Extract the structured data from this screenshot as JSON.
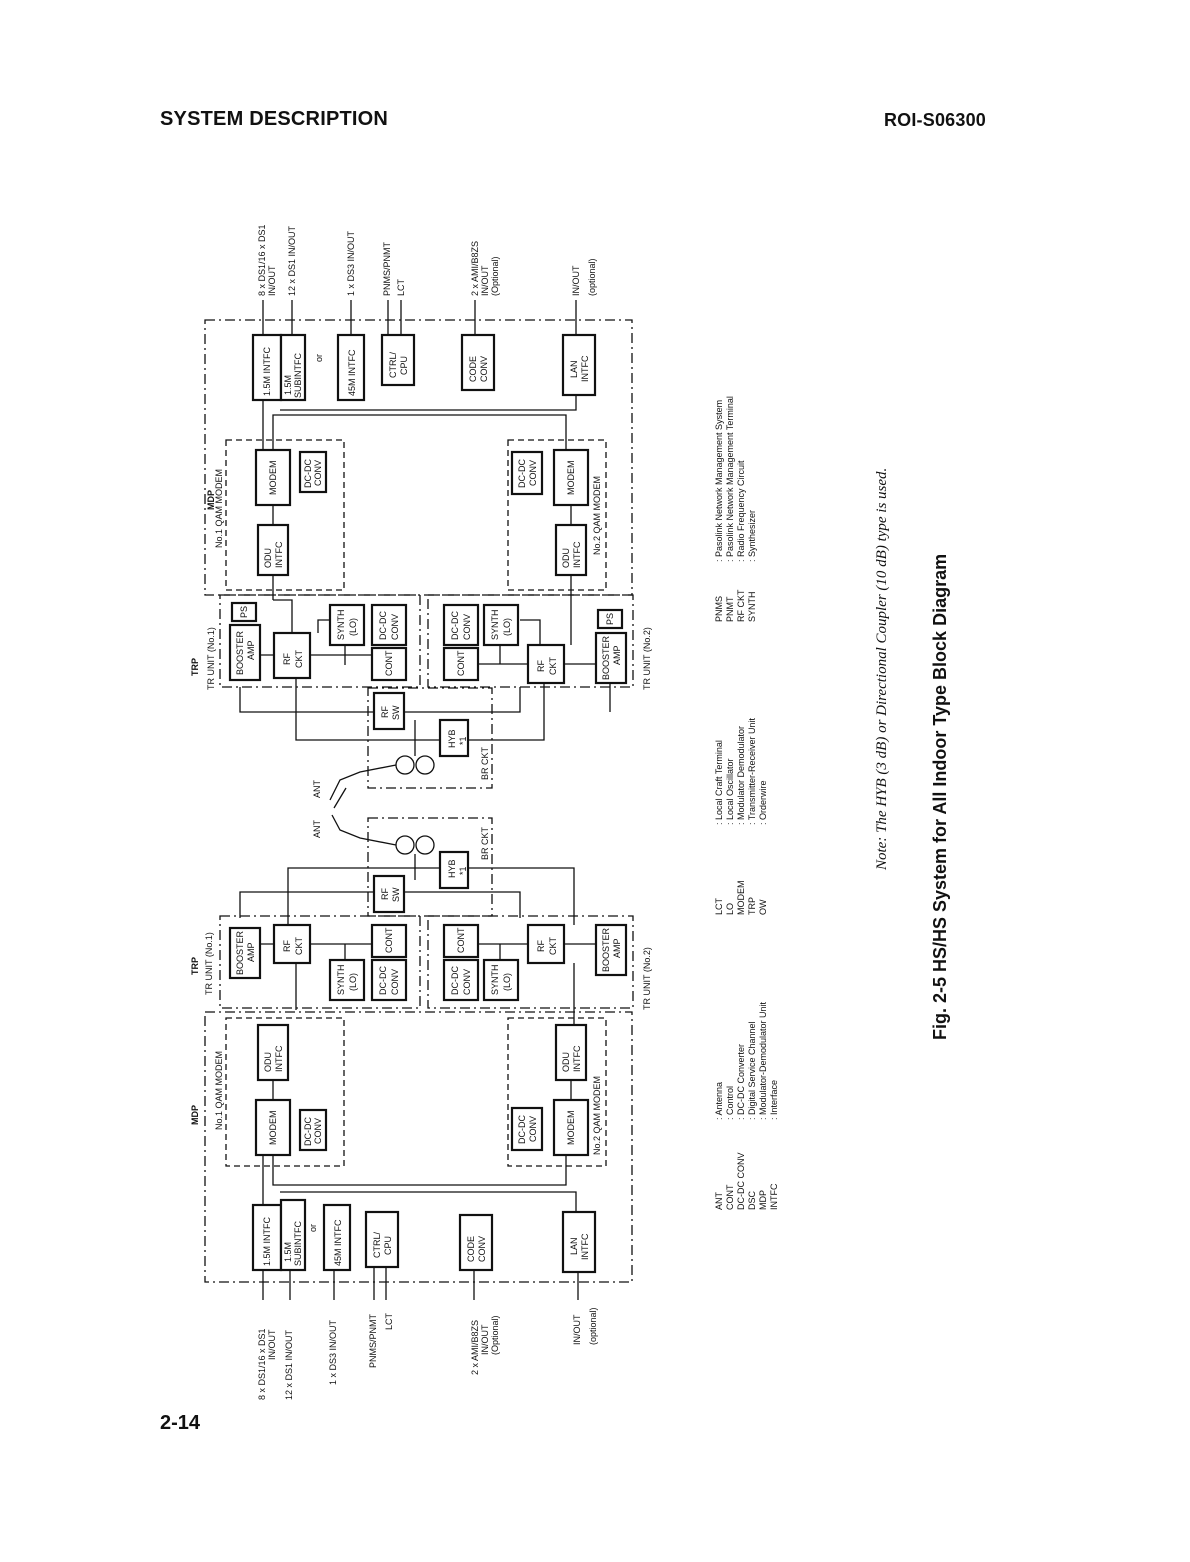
{
  "header": {
    "left": "SYSTEM DESCRIPTION",
    "right": "ROI-S06300"
  },
  "page_number": "2-14",
  "top_station": {
    "io": {
      "ds1_8": "8 x DS1/16 x DS1",
      "ds1_8_b": "IN/OUT",
      "ds1_12": "12 x DS1 IN/OUT",
      "ds3": "1 x DS3 IN/OUT",
      "pnms": "PNMS/PNMT",
      "lct": "LCT",
      "ami": "2 x AMI/B8ZS",
      "ami_b": "IN/OUT",
      "ami_c": "(Optional)",
      "lan": "IN/OUT",
      "lan_b": "(optional)"
    },
    "blocks": {
      "intfc_15m": "1.5M INTFC",
      "sub_a": "1.5M",
      "sub_b": "SUBINTFC",
      "or": "or",
      "intfc_45m": "45M INTFC",
      "ctrl_a": "CTRL/",
      "ctrl_b": "CPU",
      "code_a": "CODE",
      "code_b": "CONV",
      "lan_a": "LAN",
      "lan_b": "INTFC",
      "mdp": "MDP",
      "no1_modem": "No.1 QAM MODEM",
      "no2_modem": "No.2 QAM MODEM",
      "modem": "MODEM",
      "dcdc_a": "DC-DC",
      "dcdc_b": "CONV",
      "odu_a": "ODU",
      "odu_b": "INTFC",
      "trp": "TRP",
      "tr1": "TR UNIT (No.1)",
      "tr2": "TR UNIT (No.2)",
      "booster_a": "BOOSTER",
      "booster_b": "AMP",
      "ps": "PS",
      "rf_a": "RF",
      "rf_b": "CKT",
      "synth_a": "SYNTH",
      "synth_b": "(LO)",
      "cont": "CONT",
      "rfsw_a": "RF",
      "rfsw_b": "SW",
      "hyb_a": "HYB",
      "hyb_b": "*1",
      "brckt": "BR CKT",
      "ant": "ANT"
    }
  },
  "bottom_station": {
    "io": {
      "ds1_8": "8 x DS1/16 x DS1",
      "ds1_8_b": "IN/OUT",
      "ds1_12": "12 x DS1 IN/OUT",
      "ds3": "1 x DS3 IN/OUT",
      "pnms": "PNMS/PNMT",
      "lct": "LCT",
      "ami": "2 x AMI/B8ZS",
      "ami_b": "IN/OUT",
      "ami_c": "(Optional)",
      "lan": "IN/OUT",
      "lan_b": "(optional)"
    }
  },
  "abbreviations": {
    "col1": [
      {
        "abbr": "ANT",
        "desc": ": Antenna"
      },
      {
        "abbr": "CONT",
        "desc": ": Control"
      },
      {
        "abbr": "DC-DC CONV",
        "desc": ": DC-DC Converter"
      },
      {
        "abbr": "DSC",
        "desc": ": Digital Service Channel"
      },
      {
        "abbr": "MDP",
        "desc": ": Modulator-Demodulator Unit"
      },
      {
        "abbr": "INTFC",
        "desc": ": Interface"
      }
    ],
    "col2": [
      {
        "abbr": "LCT",
        "desc": ": Local Craft Terminal"
      },
      {
        "abbr": "LO",
        "desc": ": Local Oscillator"
      },
      {
        "abbr": "MODEM",
        "desc": ": Modulator Demodulator"
      },
      {
        "abbr": "TRP",
        "desc": ": Transmitter-Receiver Unit"
      },
      {
        "abbr": "OW",
        "desc": ": Orderwire"
      }
    ],
    "col3": [
      {
        "abbr": "PNMS",
        "desc": ": Pasolink Network Management System"
      },
      {
        "abbr": "PNMT",
        "desc": ": Pasolink Network Management Terminal"
      },
      {
        "abbr": "RF CKT",
        "desc": ": Radio Frequency Circuit"
      },
      {
        "abbr": "SYNTH",
        "desc": ": Synthesizer"
      }
    ]
  },
  "note": "Note:   The HYB (3 dB) or Directional Coupler (10 dB) type is used.",
  "caption": "Fig. 2-5  HS/HS System for All Indoor Type Block Diagram"
}
